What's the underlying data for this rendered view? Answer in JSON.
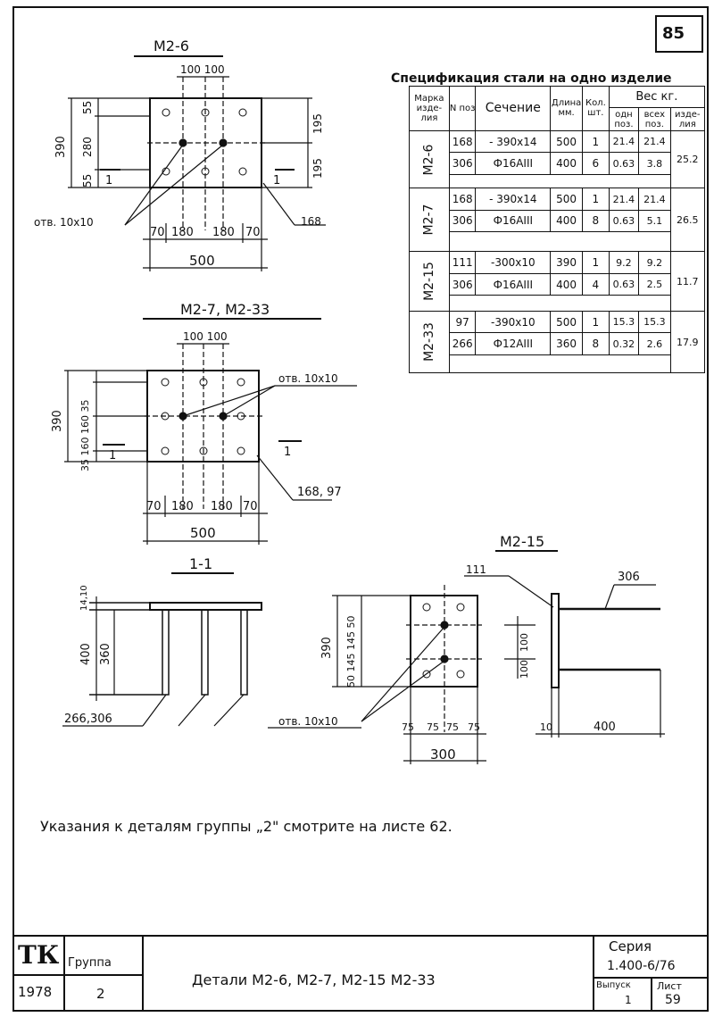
{
  "sheet": {
    "number": "85",
    "note": "Указания к деталям группы „2\" смотрите на листе 62."
  },
  "spec": {
    "title": "Спецификация стали на одно изделие",
    "headers": {
      "mark": "Марка изде-лия",
      "pos": "N поз",
      "section": "Сечение",
      "length": "Длина мм.",
      "qty": "Кол. шт.",
      "weight": "Вес кг.",
      "weight_one": "одн поз.",
      "weight_all": "всех поз.",
      "weight_item": "изде-лия"
    },
    "items": [
      {
        "mark": "М2-6",
        "total": "25.2",
        "rows": [
          {
            "pos": "168",
            "section": "- 390x14",
            "length": "500",
            "qty": "1",
            "one": "21.4",
            "all": "21.4"
          },
          {
            "pos": "306",
            "section": "Ф16АIII",
            "length": "400",
            "qty": "6",
            "one": "0.63",
            "all": "3.8"
          }
        ]
      },
      {
        "mark": "М2-7",
        "total": "26.5",
        "rows": [
          {
            "pos": "168",
            "section": "- 390x14",
            "length": "500",
            "qty": "1",
            "one": "21.4",
            "all": "21.4"
          },
          {
            "pos": "306",
            "section": "Ф16АIII",
            "length": "400",
            "qty": "8",
            "one": "0.63",
            "all": "5.1"
          }
        ]
      },
      {
        "mark": "М2-15",
        "total": "11.7",
        "rows": [
          {
            "pos": "111",
            "section": "-300x10",
            "length": "390",
            "qty": "1",
            "one": "9.2",
            "all": "9.2"
          },
          {
            "pos": "306",
            "section": "Ф16АIII",
            "length": "400",
            "qty": "4",
            "one": "0.63",
            "all": "2.5"
          }
        ]
      },
      {
        "mark": "М2-33",
        "total": "17.9",
        "rows": [
          {
            "pos": "97",
            "section": "-390x10",
            "length": "500",
            "qty": "1",
            "one": "15.3",
            "all": "15.3"
          },
          {
            "pos": "266",
            "section": "Ф12АIII",
            "length": "360",
            "qty": "8",
            "one": "0.32",
            "all": "2.6"
          }
        ]
      }
    ]
  },
  "drawings": {
    "m26": {
      "title": "М2-6",
      "top": "100 100",
      "left_total": "390",
      "left_parts": [
        "55",
        "280",
        "55"
      ],
      "right_parts": [
        "195",
        "195"
      ],
      "bottom": [
        "70",
        "180",
        "180",
        "70"
      ],
      "overall": "500",
      "hole": "отв. 10x10",
      "part": "168",
      "section_mark": "1"
    },
    "m27": {
      "title": "М2-7, М2-33",
      "top": "100 100",
      "left_total": "390",
      "left_parts": "35 160 160 35",
      "bottom": [
        "70",
        "180",
        "180",
        "70"
      ],
      "overall": "500",
      "hole": "отв. 10x10",
      "part": "168, 97",
      "section_mark": "1"
    },
    "sec11": {
      "title": "1-1",
      "thick": "14,10",
      "left": [
        "400",
        "360"
      ],
      "part": "266,306"
    },
    "m215": {
      "title": "М2-15",
      "part": "111",
      "side_part": "306",
      "left_total": "390",
      "left_parts": "50 145 145 50",
      "right": [
        "100",
        "100"
      ],
      "bottom": [
        "75",
        "75",
        "75",
        "75"
      ],
      "overall": "300",
      "hole": "отв. 10x10",
      "side_dims": [
        "10",
        "400"
      ]
    }
  },
  "titleblock": {
    "org": "ТК",
    "group_label": "Группа",
    "year": "1978",
    "group": "2",
    "name": "Детали М2-6, М2-7, М2-15 М2-33",
    "series_label": "Серия",
    "series": "1.400-6/76",
    "issue_label": "Выпуск",
    "issue": "1",
    "sheet_label": "Лист",
    "sheet": "59"
  }
}
